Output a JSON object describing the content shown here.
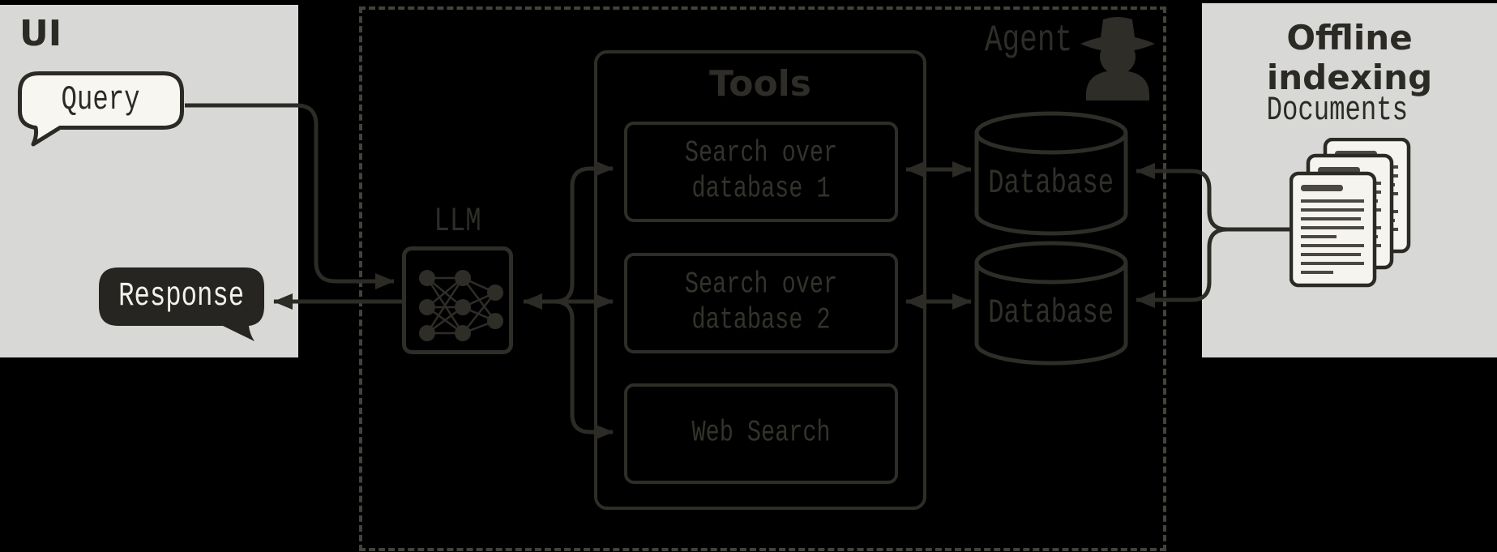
{
  "ui_panel": {
    "title": "UI",
    "query": {
      "label": "Query"
    },
    "response": {
      "label": "Response"
    }
  },
  "agent_area": {
    "label": "Agent",
    "agent_icon": "spy-person-with-hat",
    "llm": {
      "label": "LLM",
      "icon": "neural-network"
    },
    "tools": {
      "title": "Tools",
      "items": [
        "Search over database 1",
        "Search over database 2",
        "Web Search"
      ]
    },
    "databases": {
      "db1_label": "Database",
      "db2_label": "Database",
      "icon": "cylinder"
    }
  },
  "offline_panel": {
    "title": "Offline indexing",
    "documents": {
      "label": "Documents",
      "icon": "stacked-pages"
    }
  },
  "colors": {
    "background": "#000000",
    "panel_gray": "#d8d8d6",
    "ink": "#2b2a24",
    "on_black_stroke": "#2e2d28",
    "connector": "#2c2b26",
    "dashed_border": "#43423b",
    "paper_cream": "#f8f6f0",
    "dark_bubble_fill": "#262521",
    "bubble_text_light": "#f3f1ea",
    "in_box_text": "#33322c"
  }
}
